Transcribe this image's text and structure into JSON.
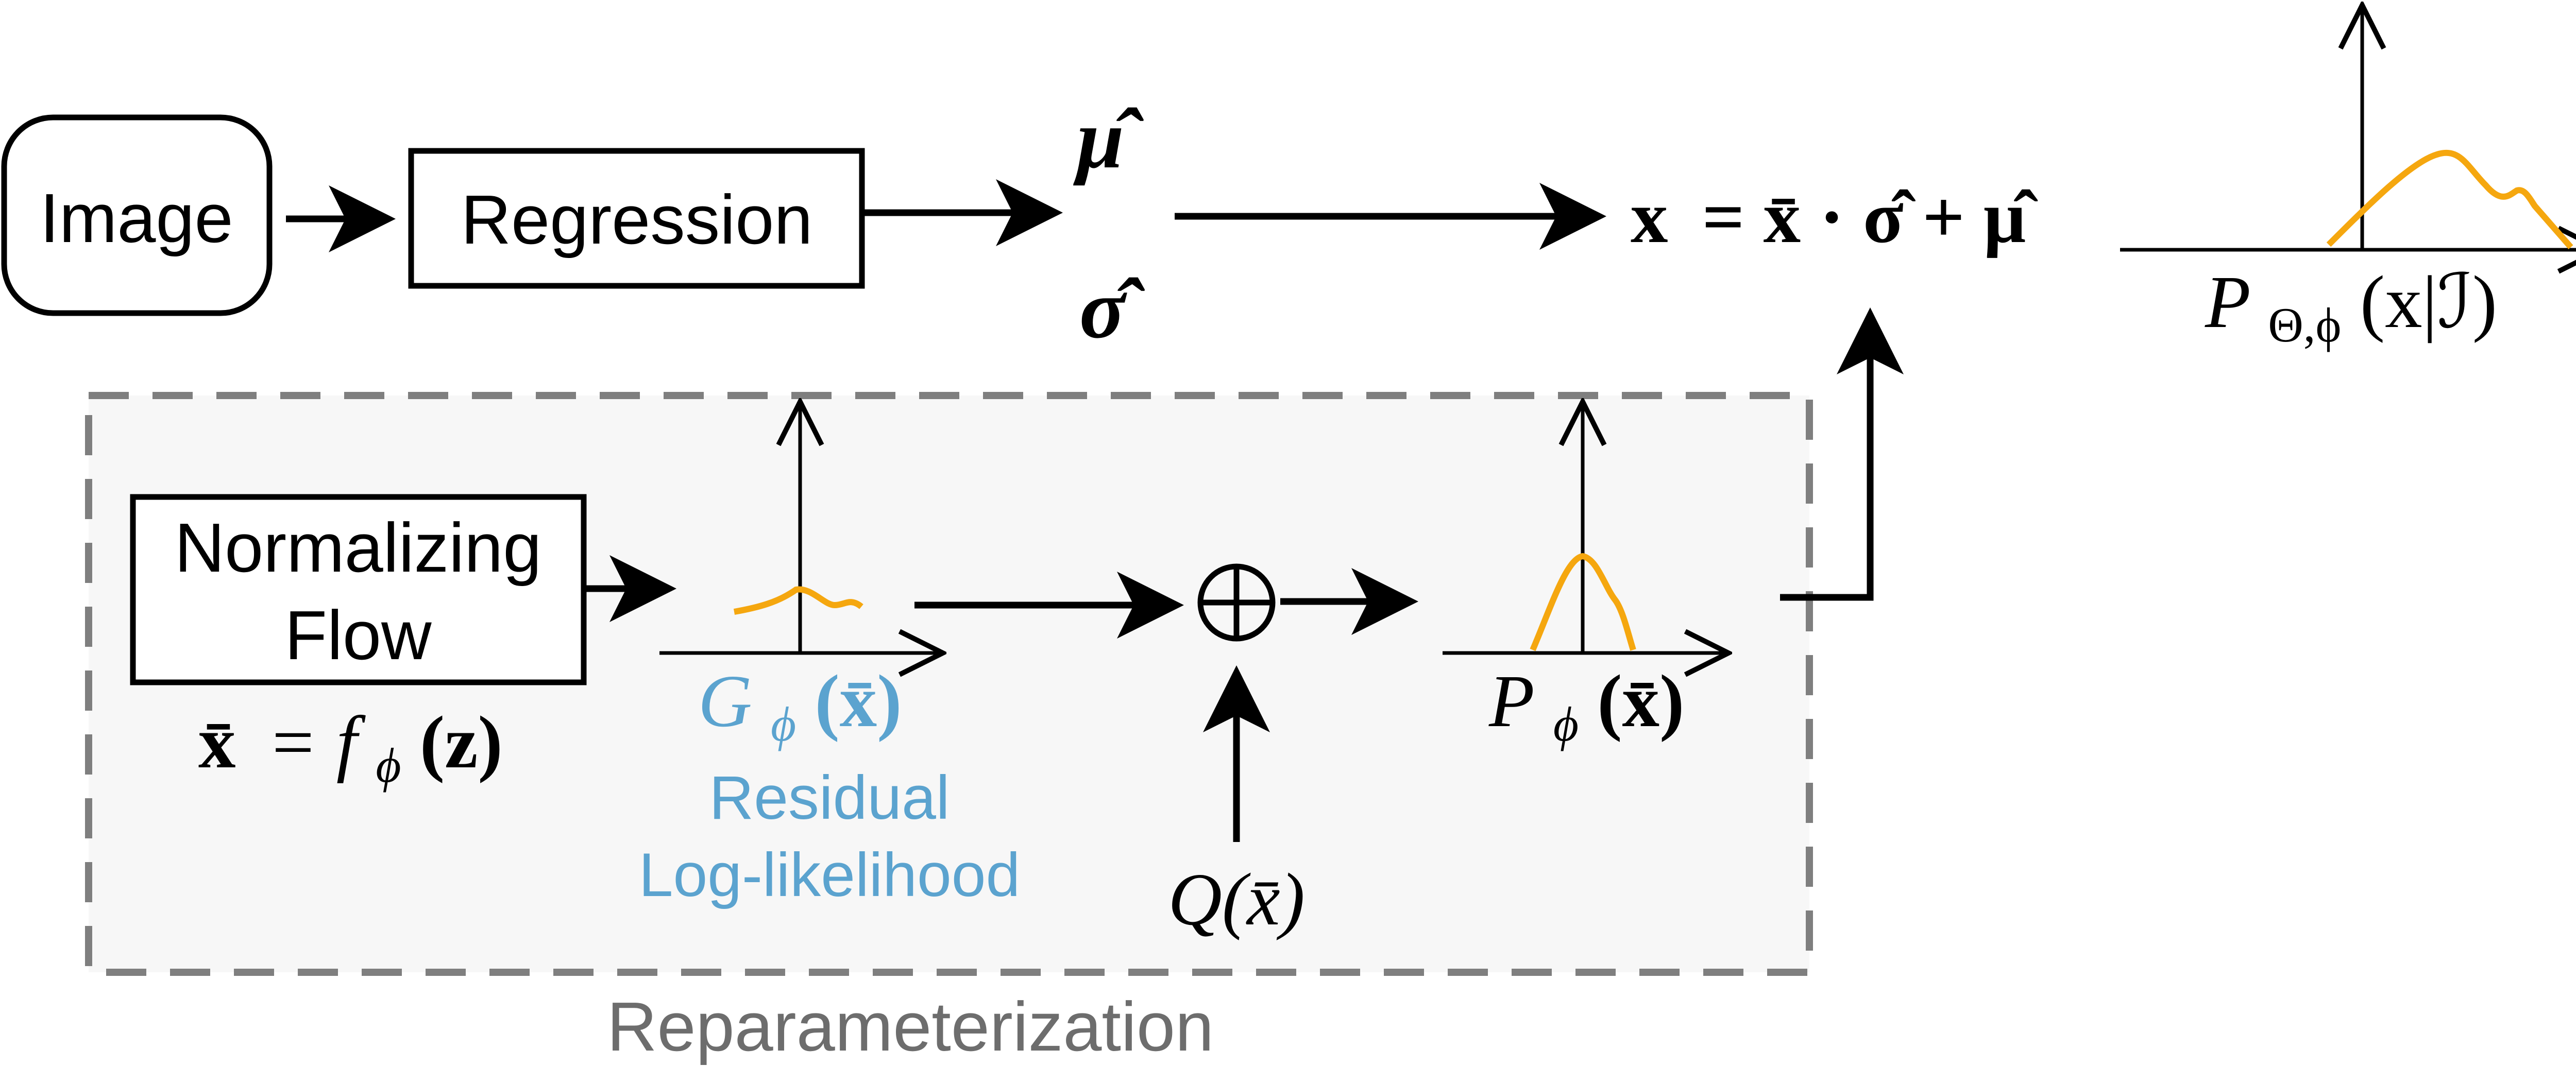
{
  "colors": {
    "stroke": "#000000",
    "curve": "#f5a70f",
    "blue_label": "#5ba3cf",
    "dashed_border": "#7f7f7f",
    "panel_fill": "#f7f7f7",
    "reparam_text": "#6d6d6d"
  },
  "nodes": {
    "image": "Image",
    "regression": "Regression",
    "normalizing_flow_line1": "Normalizing",
    "normalizing_flow_line2": "Flow"
  },
  "formulas": {
    "mu_hat": "μ̂",
    "sigma_hat": "σ̂",
    "x_eq_lhs": "x",
    "x_eq_rhs": "= x̄ · σ̂ + μ̂",
    "p_theta_phi_main": "P",
    "p_theta_phi_sub": "Θ,ϕ",
    "p_theta_phi_arg": "(x|ℐ)",
    "flow_eq_lhs": "x̄",
    "flow_eq_mid": "= f",
    "flow_eq_sub": "ϕ",
    "flow_eq_arg": "(z)",
    "g_main": "G",
    "g_sub": "ϕ",
    "g_arg": "(x̄)",
    "p_phi_main": "P",
    "p_phi_sub": "ϕ",
    "p_phi_arg": "(x̄)",
    "q": "Q(x̄)",
    "oplus": "⊕"
  },
  "labels": {
    "residual_line1": "Residual",
    "residual_line2": "Log-likelihood",
    "reparameterization": "Reparameterization"
  }
}
